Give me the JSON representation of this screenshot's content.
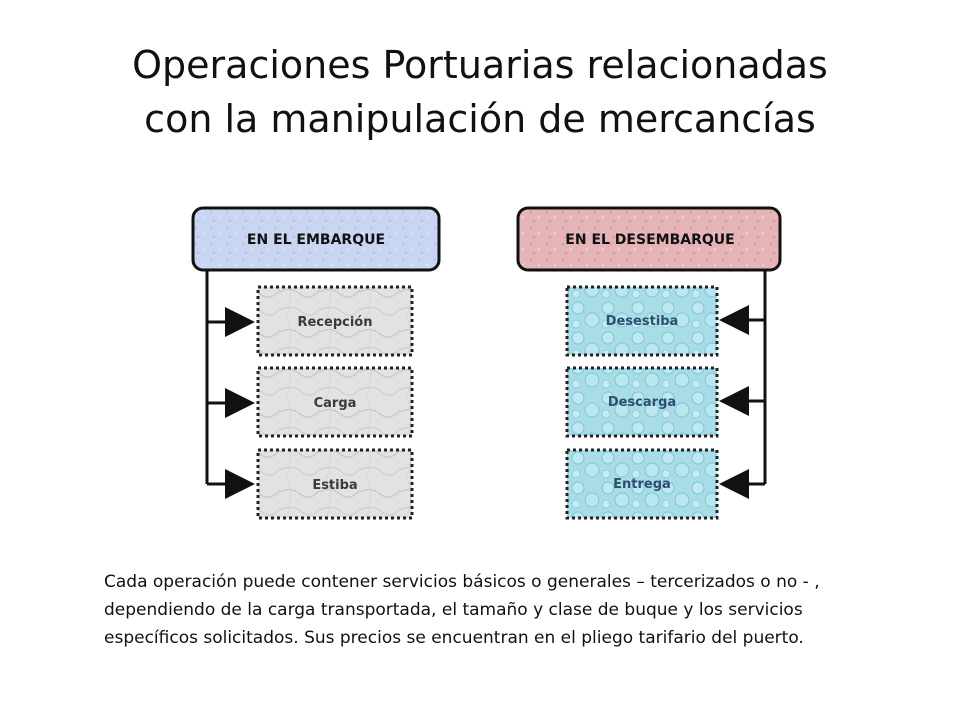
{
  "slide": {
    "title_line1": "Operaciones Portuarias relacionadas",
    "title_line2": "con la manipulación de mercancías",
    "caption": "Cada operación puede contener servicios básicos o generales – tercerizados o no - , dependiendo de la carga transportada, el tamaño y clase de buque y los servicios específicos solicitados.  Sus precios se encuentran en el pliego tarifario del puerto."
  },
  "diagram": {
    "left": {
      "header": "EN EL EMBARQUE",
      "header_color": "#c9d7f2",
      "items": [
        "Recepción",
        "Carga",
        "Estiba"
      ]
    },
    "right": {
      "header": "EN EL DESEMBARQUE",
      "header_color": "#e7b6b8",
      "items": [
        "Desestiba",
        "Descarga",
        "Entrega"
      ]
    },
    "colors": {
      "item_left_fill": "#dfe0e2",
      "item_right_fill": "#a6dde8",
      "item_text_left": "#3b3b3b",
      "item_text_right": "#2f4f6f"
    }
  }
}
